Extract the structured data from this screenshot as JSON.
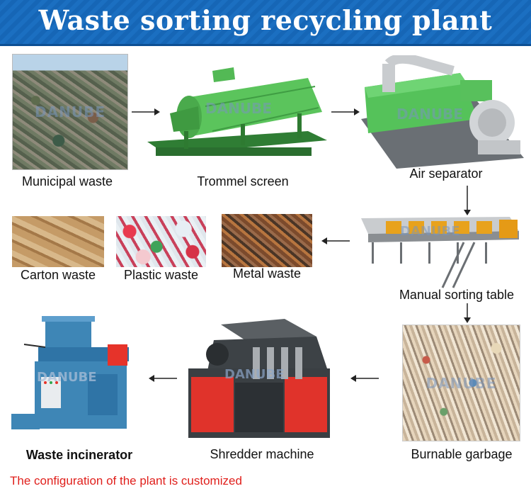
{
  "title": "Waste sorting recycling plant",
  "watermark": "DANUBE",
  "stages": {
    "municipal_waste": "Municipal waste",
    "trommel_screen": "Trommel screen",
    "air_separator": "Air separator",
    "manual_sorting_table": "Manual sorting table",
    "carton_waste": "Carton waste",
    "plastic_waste": "Plastic waste",
    "metal_waste": "Metal waste",
    "burnable_garbage": "Burnable garbage",
    "shredder_machine": "Shredder machine",
    "waste_incinerator": "Waste incinerator"
  },
  "footnote": "The configuration of the plant is customized",
  "colors": {
    "banner": "#1666b6",
    "machine_green": "#4dbb4f",
    "incinerator_blue": "#3e86b6",
    "shredder_red": "#e0332b",
    "arrow": "#222222",
    "footnote": "#e0201c"
  }
}
